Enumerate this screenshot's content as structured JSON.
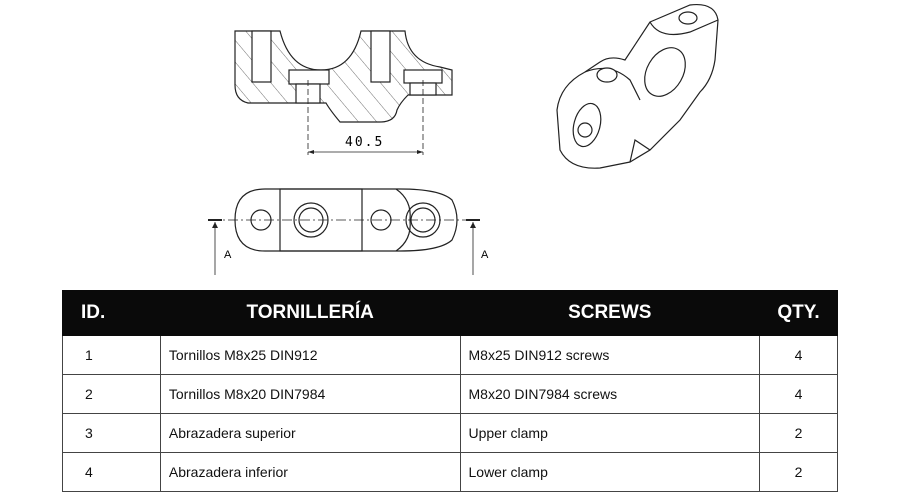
{
  "drawing": {
    "dimension": "40.5",
    "section_label_left": "A",
    "section_label_right": "A"
  },
  "table": {
    "headers": [
      "ID.",
      "TORNILLERÍA",
      "SCREWS",
      "QTY."
    ],
    "rows": [
      {
        "id": "1",
        "es": "Tornillos M8x25 DIN912",
        "en": "M8x25 DIN912 screws",
        "qty": "4"
      },
      {
        "id": "2",
        "es": "Tornillos M8x20 DIN7984",
        "en": "M8x20 DIN7984 screws",
        "qty": "4"
      },
      {
        "id": "3",
        "es": "Abrazadera superior",
        "en": "Upper clamp",
        "qty": "2"
      },
      {
        "id": "4",
        "es": "Abrazadera inferior",
        "en": "Lower clamp",
        "qty": "2"
      }
    ]
  }
}
